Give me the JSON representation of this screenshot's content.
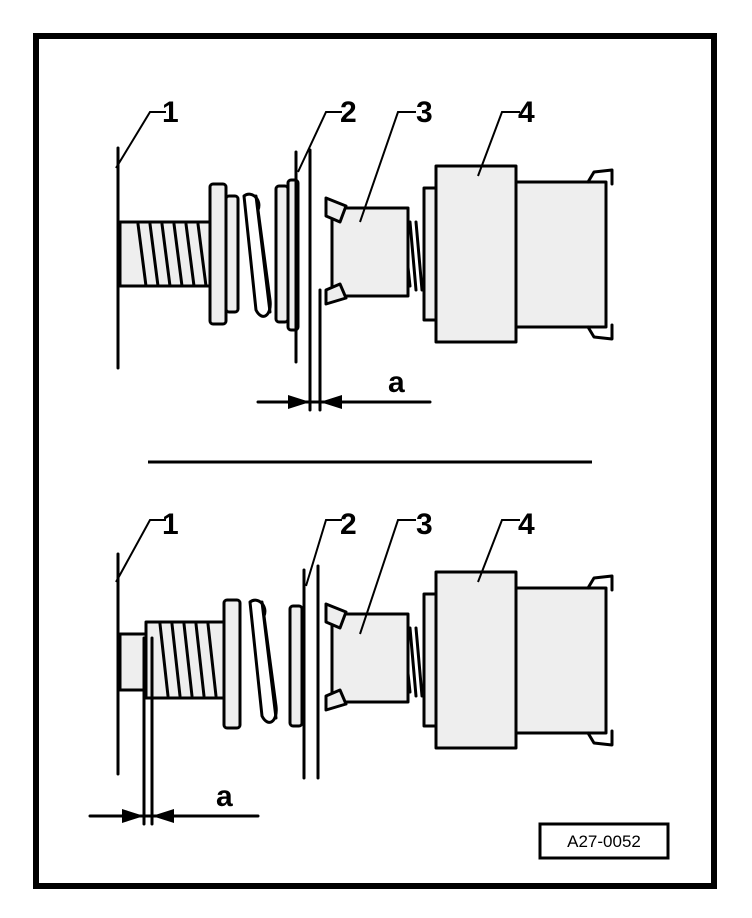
{
  "top_view": {
    "labels": [
      "1",
      "2",
      "3",
      "4"
    ],
    "dimension": "a"
  },
  "bottom_view": {
    "labels": [
      "1",
      "2",
      "3",
      "4"
    ],
    "dimension": "a"
  },
  "figure_code": "A27-0052"
}
